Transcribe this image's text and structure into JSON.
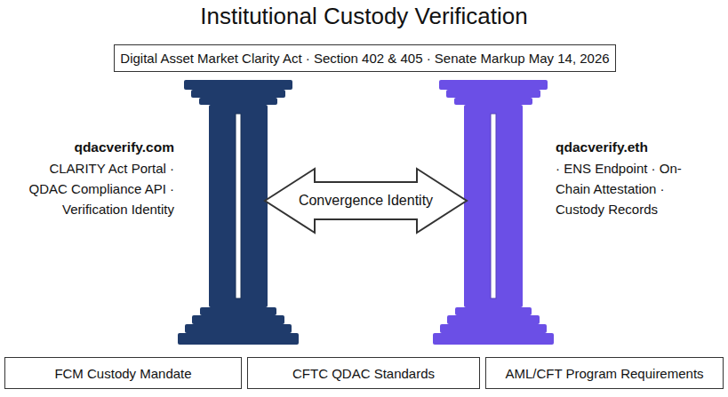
{
  "diagram": {
    "title": "Institutional Custody Verification",
    "nodes": [
      {
        "text": [
          "Digital Asset Market Clarity Act · Section 402 & 405 · Senate Markup May 14, 2026"
        ]
      },
      {
        "text": [
          "qdacverify.com",
          "CLARITY Act Portal · QDAC Compliance API · Verification Identity"
        ]
      },
      {
        "text": [
          "qdacverify.eth",
          "· ENS Endpoint · On-Chain Attestation · Custody Records"
        ]
      },
      {
        "text": [
          "FCM Custody Mandate"
        ]
      },
      {
        "text": [
          "CFTC QDAC Standards"
        ]
      },
      {
        "text": [
          "AML/CFT Program Requirements"
        ]
      }
    ],
    "edges": [
      {
        "from": 1,
        "to": 2,
        "arrow": "both",
        "label": "Convergence Identity"
      }
    ]
  }
}
